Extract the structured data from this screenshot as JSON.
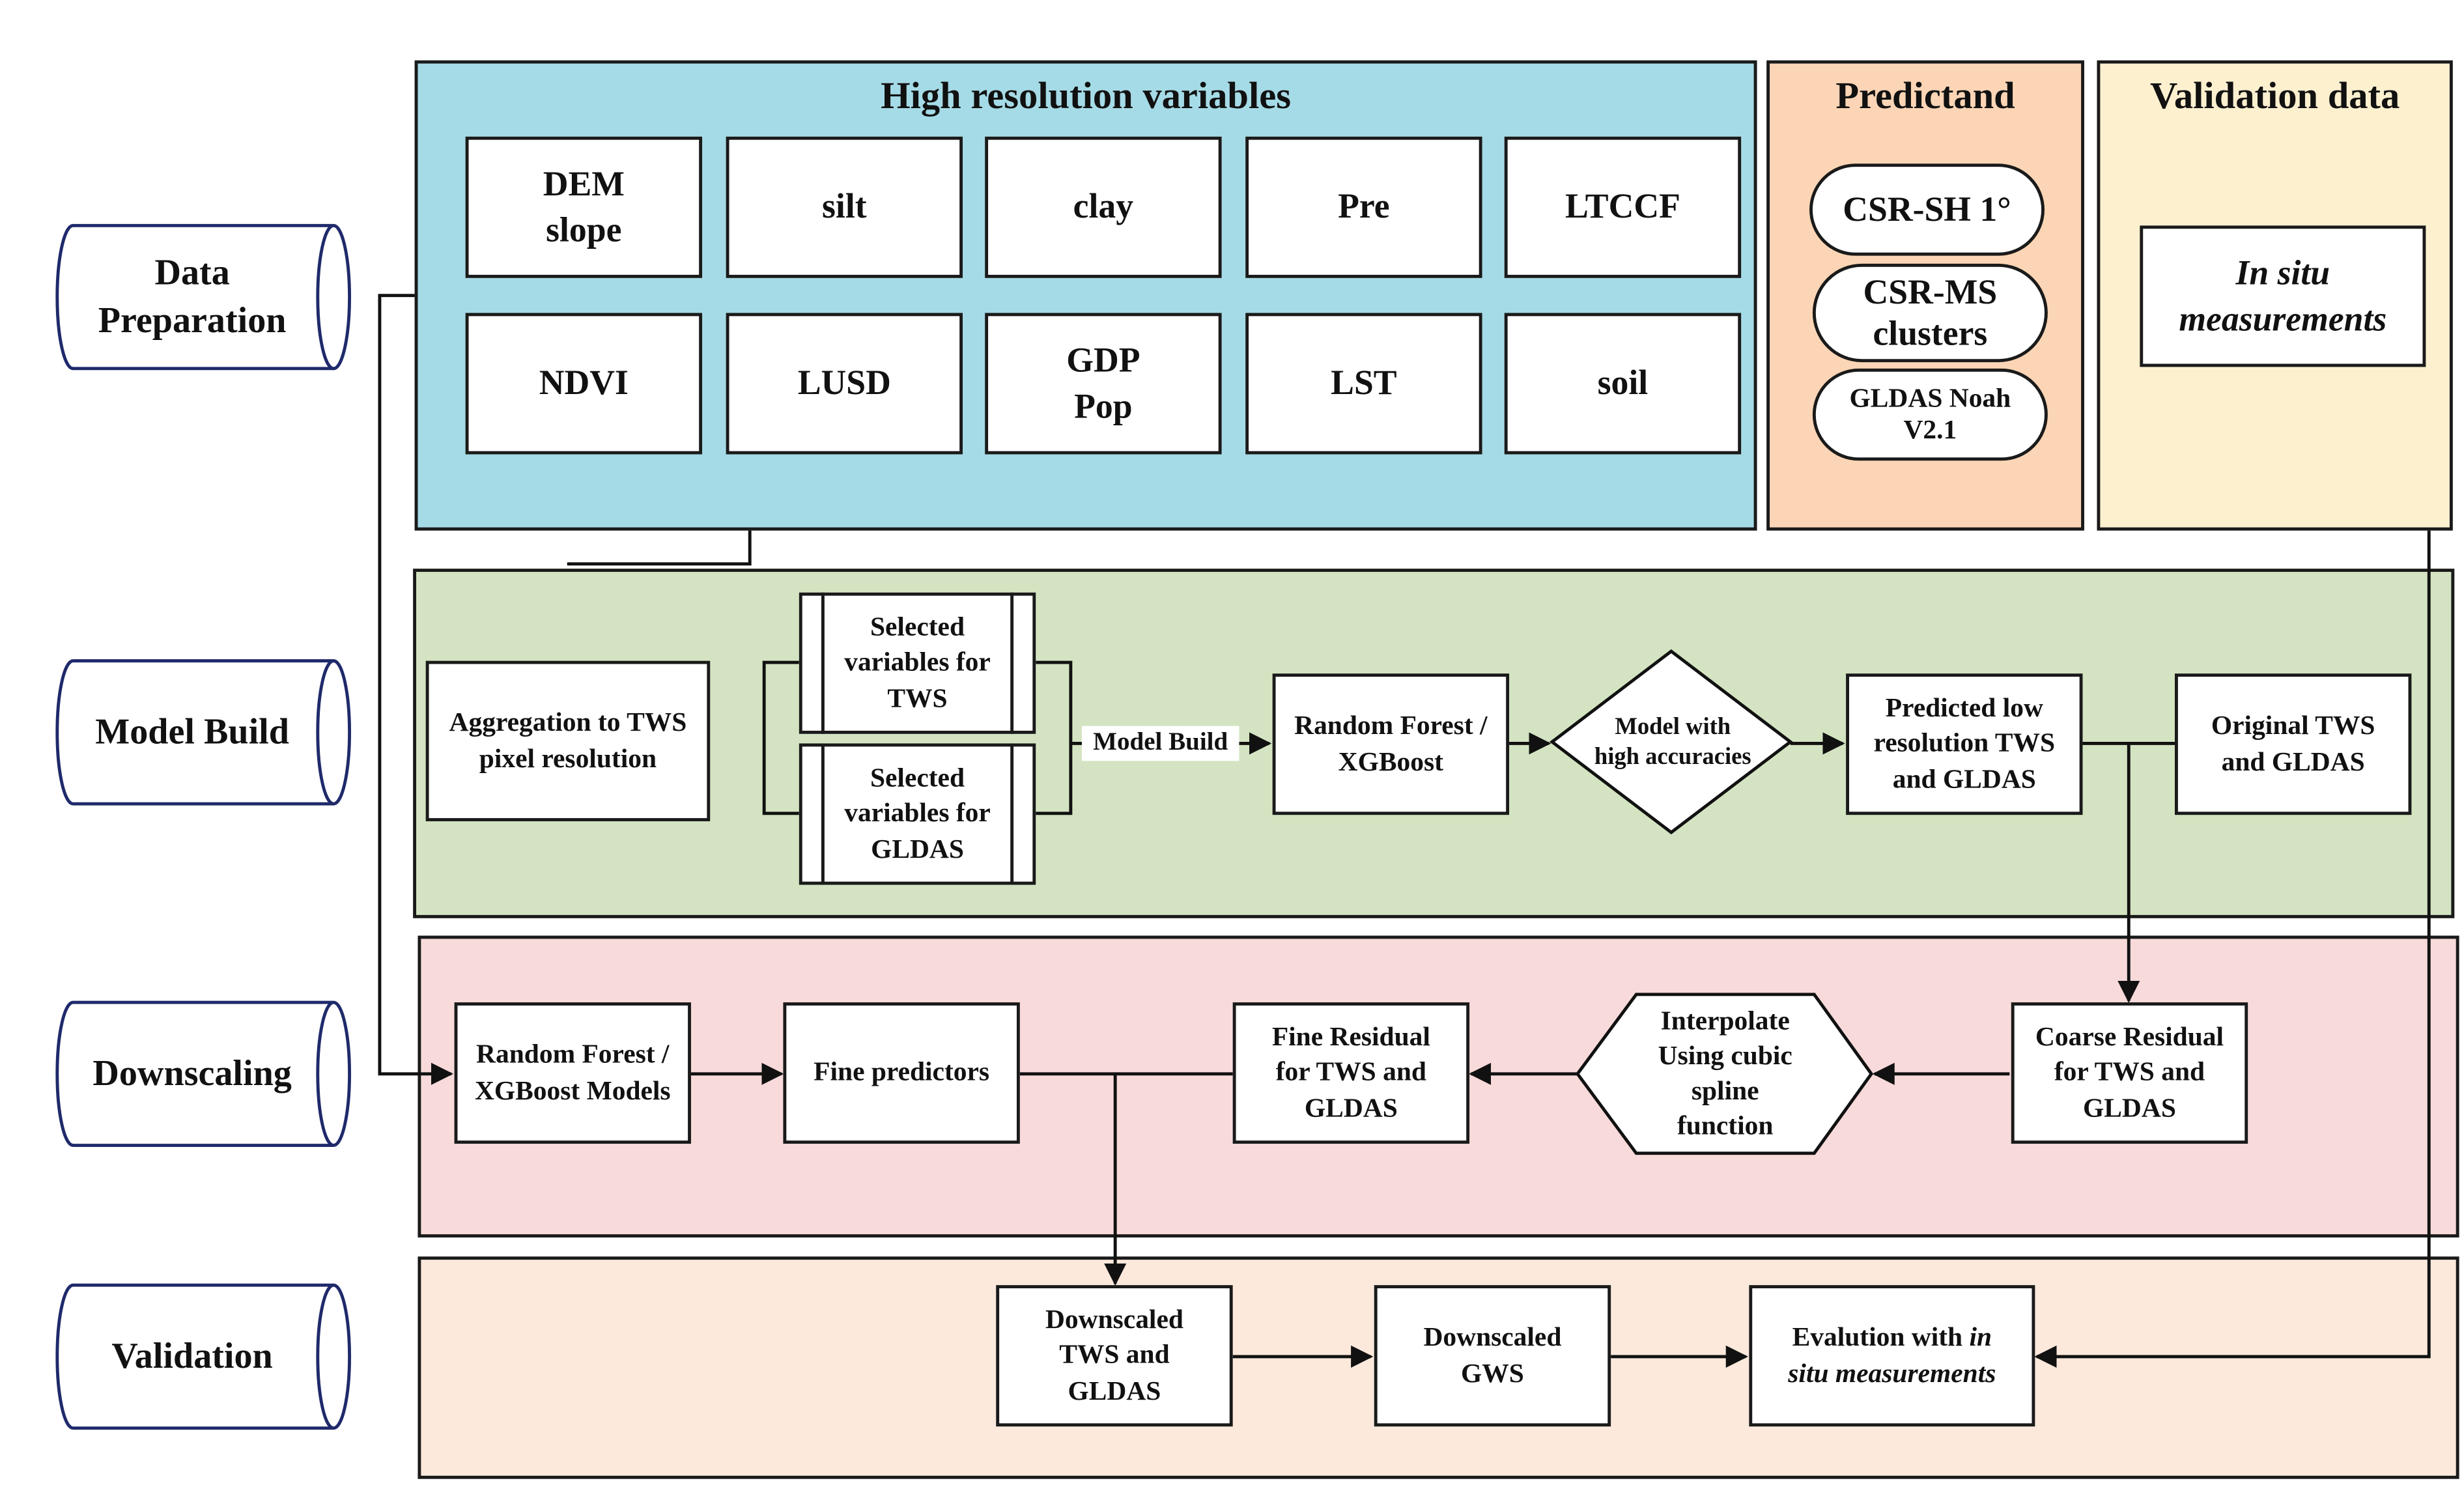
{
  "stages": {
    "data_preparation": "Data\nPreparation",
    "model_build": "Model Build",
    "downscaling": "Downscaling",
    "validation": "Validation"
  },
  "high_res": {
    "title": "High resolution variables",
    "variables": [
      "DEM\nslope",
      "silt",
      "clay",
      "Pre",
      "LTCCF",
      "NDVI",
      "LUSD",
      "GDP\nPop",
      "LST",
      "soil"
    ]
  },
  "predictand": {
    "title": "Predictand",
    "items": [
      "CSR-SH 1°",
      "CSR-MS\nclusters",
      "GLDAS Noah\nV2.1"
    ]
  },
  "validation_data": {
    "title": "Validation data",
    "item": "In situ\nmeasurements"
  },
  "model_build": {
    "aggregation": "Aggregation to TWS\npixel resolution",
    "selected_tws": "Selected\nvariables for\nTWS",
    "selected_gldas": "Selected\nvariables for\nGLDAS",
    "model_build_label": "Model Build",
    "rf_xgboost": "Random Forest /\nXGBoost",
    "decision": "Model with\nhigh accuracies",
    "predicted_low": "Predicted low\nresolution TWS\nand GLDAS",
    "original_tws": "Original TWS\nand GLDAS"
  },
  "downscaling": {
    "rf_models": "Random Forest /\nXGBoost Models",
    "fine_predictors": "Fine predictors",
    "fine_residual": "Fine Residual\nfor TWS and\nGLDAS",
    "interpolate": "Interpolate\nUsing cubic\nspline\nfunction",
    "coarse_residual": "Coarse Residual\nfor TWS and\nGLDAS"
  },
  "validation": {
    "downscaled_tws": "Downscaled\nTWS and\nGLDAS",
    "downscaled_gws": "Downscaled\nGWS",
    "evaluation_prefix": "Evalution with ",
    "evaluation_italic_1": "in",
    "evaluation_italic_2": "situ measurements"
  },
  "colors": {
    "high_res_panel": "#a5dbe6",
    "predictand_panel": "#fbd5b5",
    "validation_data_panel": "#fdf0cf",
    "model_build_panel": "#d4e4c2",
    "downscaling_panel": "#f8dada",
    "validation_panel": "#fce9dc",
    "stage_outline": "#1f2a6b"
  }
}
